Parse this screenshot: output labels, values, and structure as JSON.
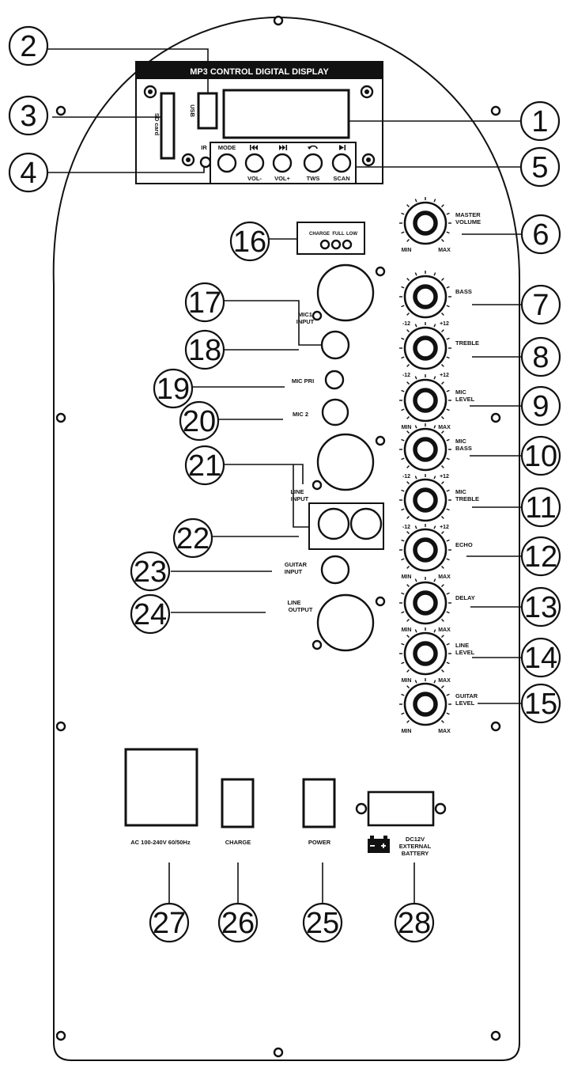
{
  "display": {
    "title": "MP3 CONTROL DIGITAL DISPLAY",
    "usb": "USB",
    "sd_card": "SD card",
    "ir": "IR",
    "buttons": [
      {
        "top": "MODE",
        "bottom": "",
        "icon": ""
      },
      {
        "top": "",
        "bottom": "VOL-",
        "icon": "prev-track-icon"
      },
      {
        "top": "",
        "bottom": "VOL+",
        "icon": "next-track-icon"
      },
      {
        "top": "",
        "bottom": "TWS",
        "icon": "repeat-icon"
      },
      {
        "top": "",
        "bottom": "SCAN",
        "icon": "play-icon"
      }
    ]
  },
  "indicators": {
    "charge": "CHARGE",
    "full": "FULL",
    "low": "LOW"
  },
  "inputs": {
    "mic1_input": [
      "MIC1",
      "INPUT"
    ],
    "mic_pri": "MIC PRI",
    "mic2": "MIC 2",
    "line_input": [
      "LINE",
      "INPUT"
    ],
    "guitar_input": [
      "GUITAR",
      "INPUT"
    ],
    "line_output": [
      "LINE",
      "OUTPUT"
    ]
  },
  "knobs": [
    {
      "label": [
        "MASTER",
        "VOLUME"
      ],
      "min": "MIN",
      "max": "MAX"
    },
    {
      "label": [
        "BASS"
      ],
      "min": "-12",
      "max": "+12"
    },
    {
      "label": [
        "TREBLE"
      ],
      "min": "-12",
      "max": "+12"
    },
    {
      "label": [
        "MIC",
        "LEVEL"
      ],
      "min": "MIN",
      "max": "MAX"
    },
    {
      "label": [
        "MIC",
        "BASS"
      ],
      "min": "-12",
      "max": "+12"
    },
    {
      "label": [
        "MIC",
        "TREBLE"
      ],
      "min": "-12",
      "max": "+12"
    },
    {
      "label": [
        "ECHO"
      ],
      "min": "MIN",
      "max": "MAX"
    },
    {
      "label": [
        "DELAY"
      ],
      "min": "MIN",
      "max": "MAX"
    },
    {
      "label": [
        "LINE",
        "LEVEL"
      ],
      "min": "MIN",
      "max": "MAX"
    },
    {
      "label": [
        "GUITAR",
        "LEVEL"
      ],
      "min": "MIN",
      "max": "MAX"
    }
  ],
  "bottom": {
    "ac": "AC 100-240V 60/50Hz",
    "charge": "CHARGE",
    "power": "POWER",
    "battery": [
      "DC12V",
      "EXTERNAL",
      "BATTERY"
    ],
    "battery_icon": "battery-polarity-icon"
  },
  "callouts": [
    "1",
    "2",
    "3",
    "4",
    "5",
    "6",
    "7",
    "8",
    "9",
    "10",
    "11",
    "12",
    "13",
    "14",
    "15",
    "16",
    "17",
    "18",
    "19",
    "20",
    "21",
    "22",
    "23",
    "24",
    "25",
    "26",
    "27",
    "28"
  ]
}
